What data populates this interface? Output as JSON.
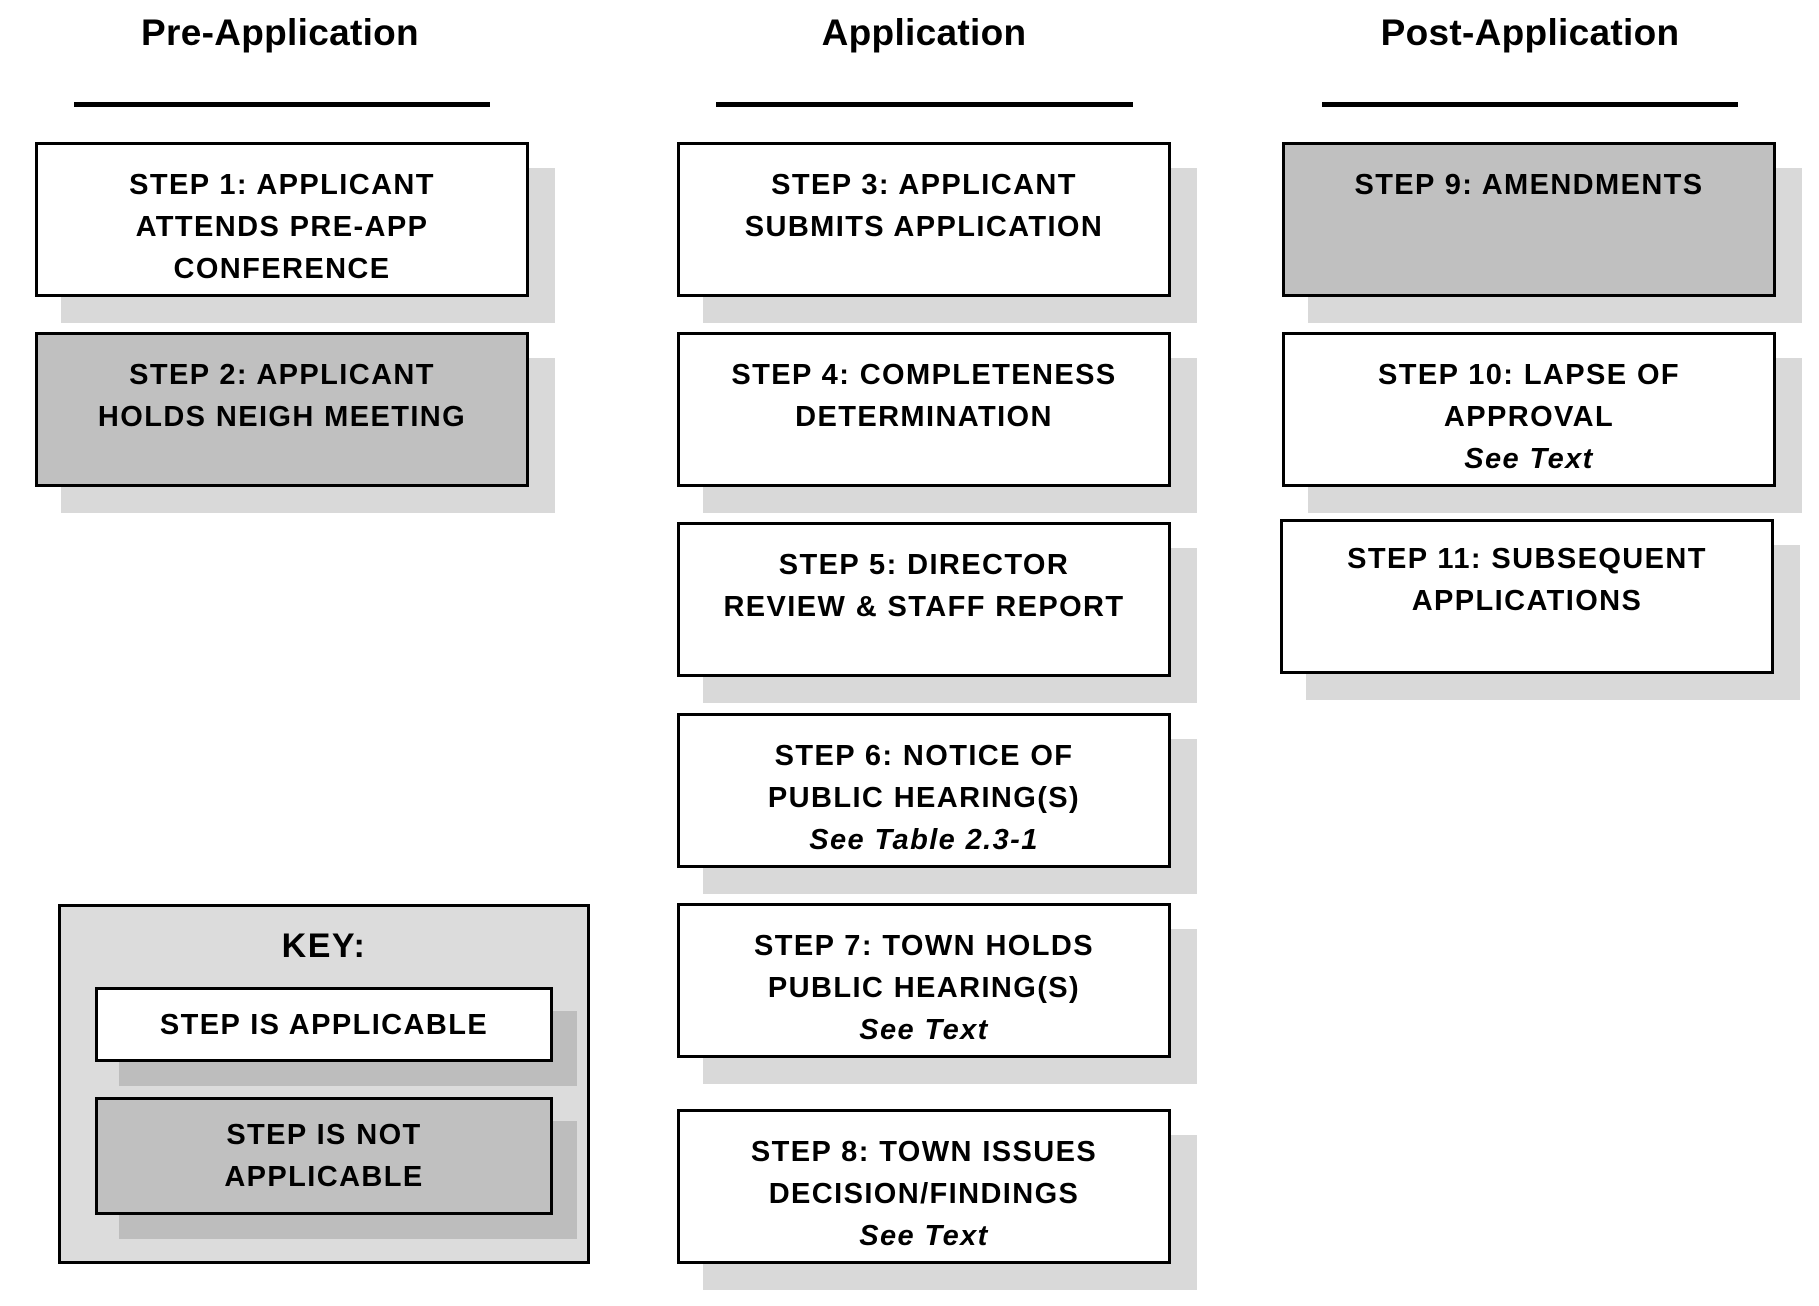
{
  "columns": {
    "pre": "Pre-Application",
    "app": "Application",
    "post": "Post-Application"
  },
  "steps": {
    "s1": {
      "lines": [
        "STEP 1:  APPLICANT",
        "ATTENDS PRE-APP",
        "CONFERENCE"
      ],
      "status": "applicable"
    },
    "s2": {
      "lines": [
        "STEP 2:  APPLICANT",
        "HOLDS NEIGH MEETING"
      ],
      "status": "not applicable"
    },
    "s3": {
      "lines": [
        "STEP 3:  APPLICANT",
        "SUBMITS APPLICATION"
      ],
      "status": "applicable"
    },
    "s4": {
      "lines": [
        "STEP 4:  COMPLETENESS",
        "DETERMINATION"
      ],
      "status": "applicable"
    },
    "s5": {
      "lines": [
        "STEP 5:  DIRECTOR",
        "REVIEW & STAFF REPORT"
      ],
      "status": "applicable"
    },
    "s6": {
      "lines": [
        "STEP 6:  NOTICE OF",
        "PUBLIC HEARING(S)"
      ],
      "note": "See Table 2.3-1",
      "status": "applicable"
    },
    "s7": {
      "lines": [
        "STEP 7:  TOWN HOLDS",
        "PUBLIC HEARING(S)"
      ],
      "note": "See Text",
      "status": "applicable"
    },
    "s8": {
      "lines": [
        "STEP 8:  TOWN ISSUES",
        "DECISION/FINDINGS"
      ],
      "note": "See Text",
      "status": "applicable"
    },
    "s9": {
      "lines": [
        "STEP 9: AMENDMENTS"
      ],
      "status": "not applicable"
    },
    "s10": {
      "lines": [
        "STEP 10:  LAPSE OF",
        "APPROVAL"
      ],
      "note": "See Text",
      "status": "applicable"
    },
    "s11": {
      "lines": [
        "STEP 11:  SUBSEQUENT",
        "APPLICATIONS"
      ],
      "status": "applicable"
    }
  },
  "key": {
    "title": "KEY:",
    "applicable": [
      "STEP IS APPLICABLE"
    ],
    "not_applicable": [
      "STEP IS NOT",
      "APPLICABLE"
    ]
  },
  "colors": {
    "applicable_fill": "#ffffff",
    "not_applicable_fill": "#c0c0c0",
    "shadow": "#d9d9d9",
    "key_background": "#dcdcdc"
  }
}
